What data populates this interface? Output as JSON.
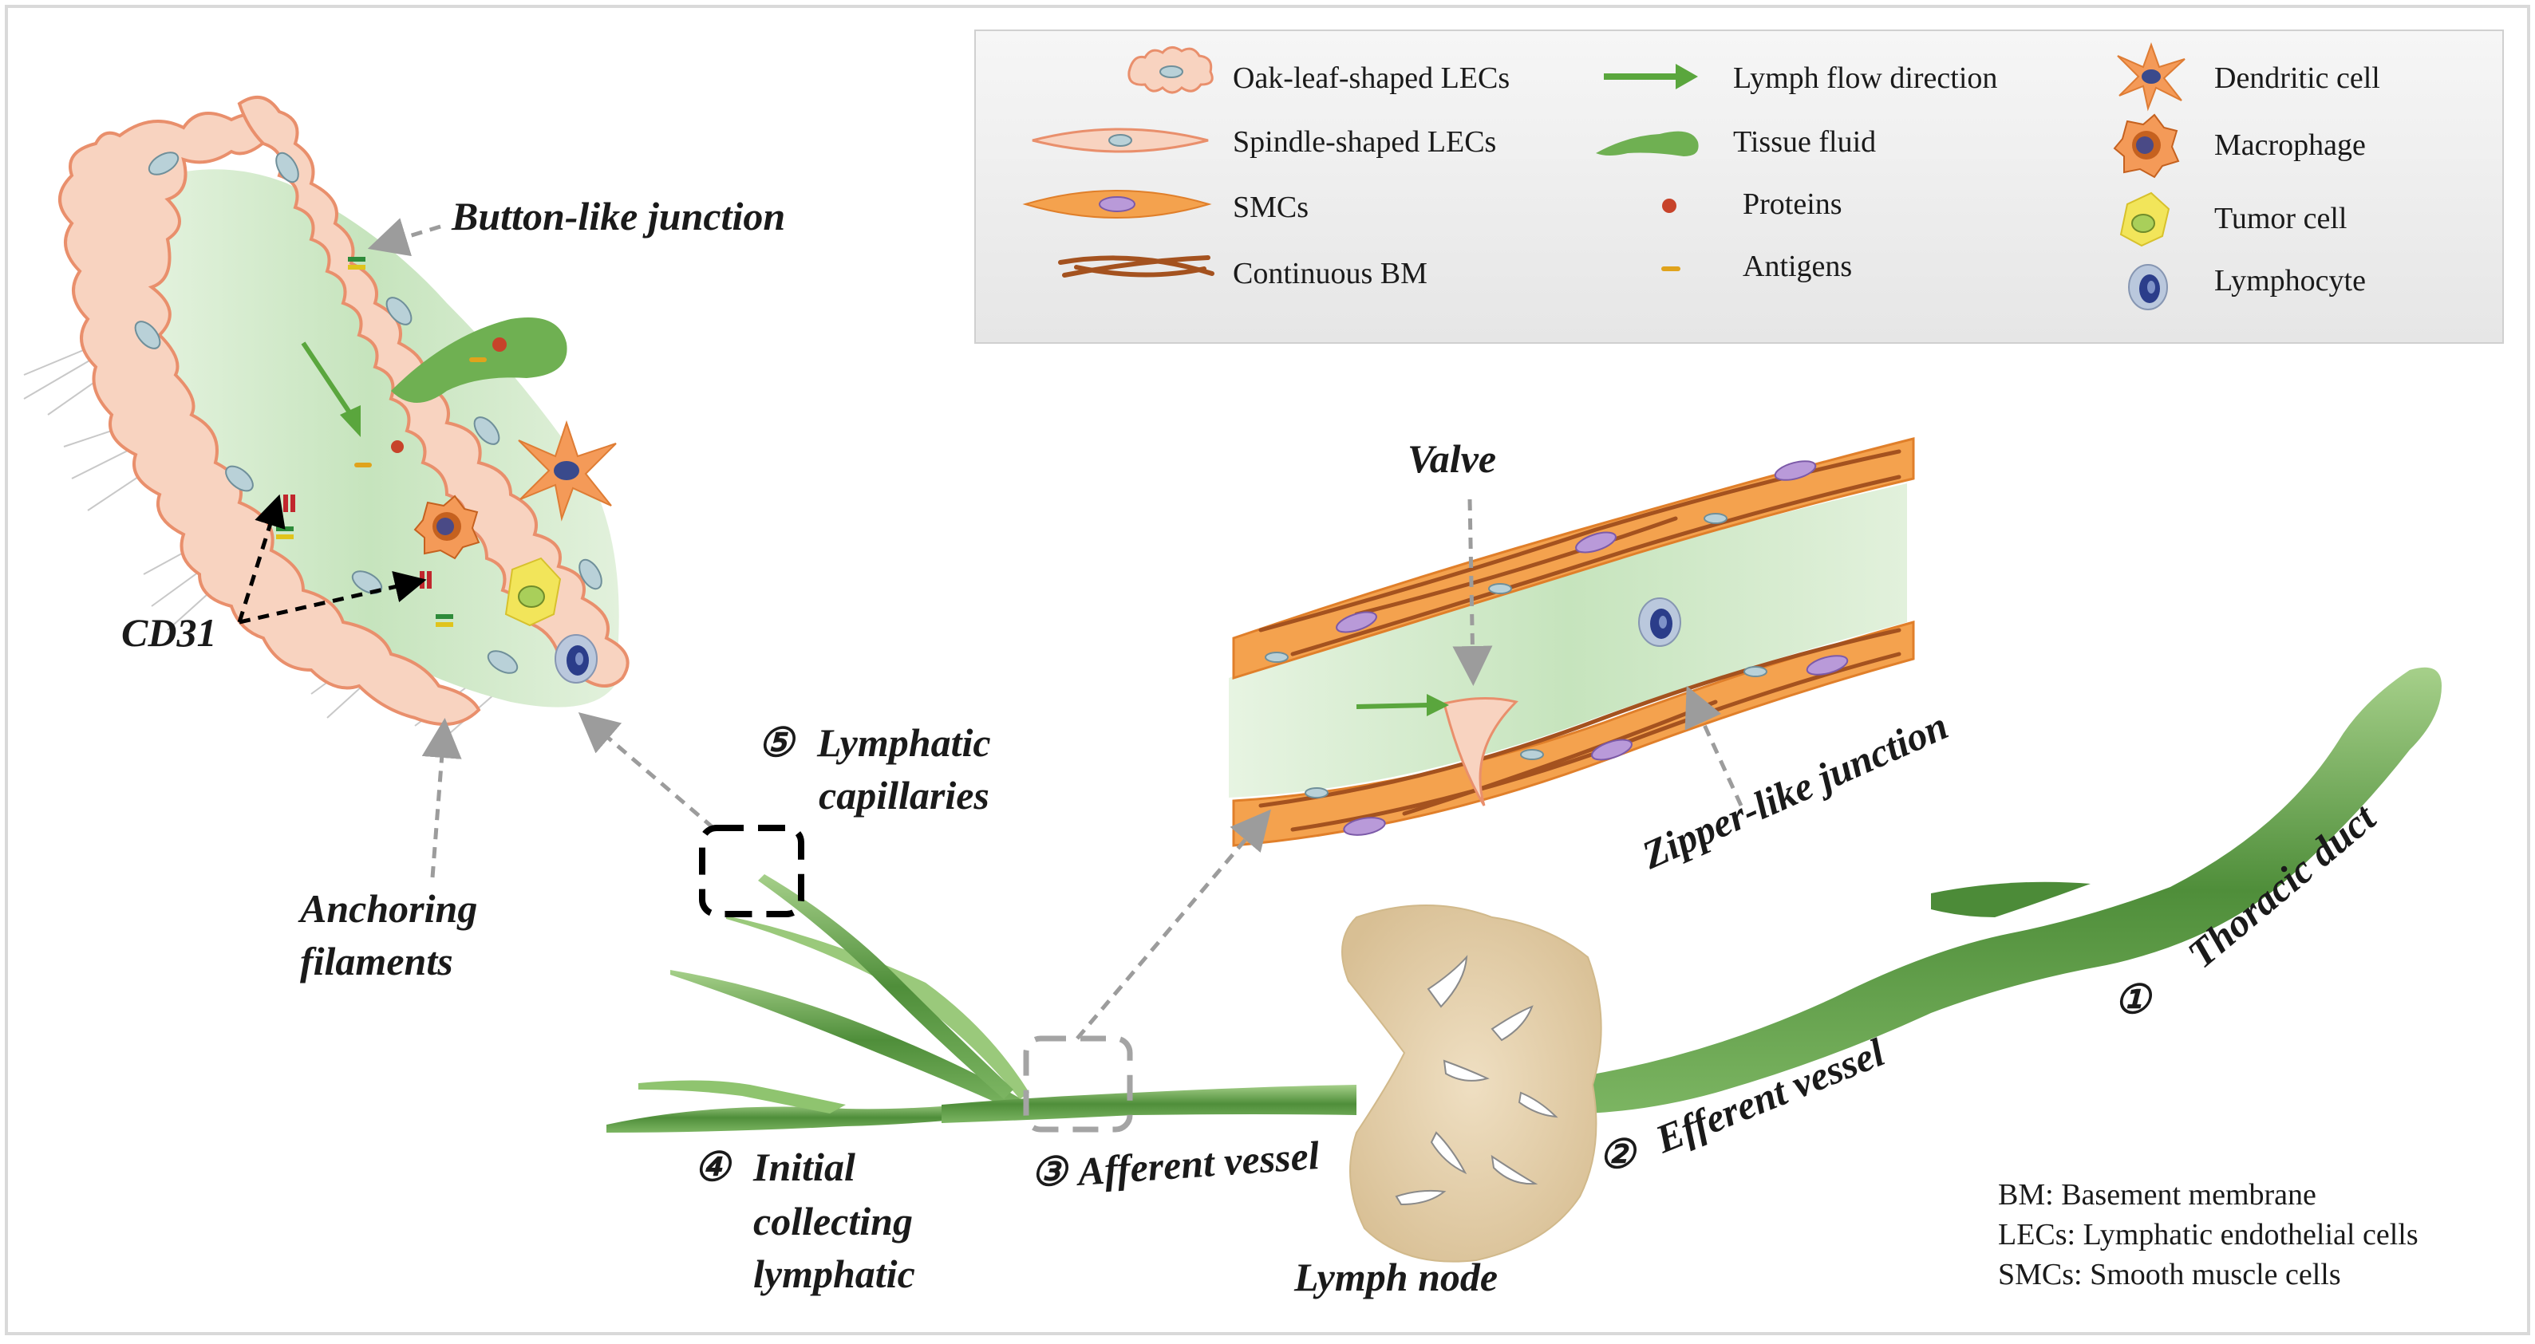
{
  "legend": {
    "items": [
      {
        "id": "oak",
        "label": "Oak-leaf-shaped LECs",
        "icon": "oak-leaf-lec-icon"
      },
      {
        "id": "spindle",
        "label": "Spindle-shaped LECs",
        "icon": "spindle-lec-icon"
      },
      {
        "id": "smc",
        "label": "SMCs",
        "icon": "smc-icon"
      },
      {
        "id": "bm",
        "label": "Continuous BM",
        "icon": "basement-membrane-icon"
      },
      {
        "id": "flow",
        "label": "Lymph flow direction",
        "icon": "green-arrow-icon"
      },
      {
        "id": "fluid",
        "label": "Tissue fluid",
        "icon": "tissue-fluid-icon"
      },
      {
        "id": "proteins",
        "label": "Proteins",
        "icon": "protein-dot-icon"
      },
      {
        "id": "antigens",
        "label": "Antigens",
        "icon": "antigen-dash-icon"
      },
      {
        "id": "dc",
        "label": "Dendritic cell",
        "icon": "dendritic-cell-icon"
      },
      {
        "id": "macro",
        "label": "Macrophage",
        "icon": "macrophage-icon"
      },
      {
        "id": "tumor",
        "label": "Tumor cell",
        "icon": "tumor-cell-icon"
      },
      {
        "id": "lympho",
        "label": "Lymphocyte",
        "icon": "lymphocyte-icon"
      }
    ]
  },
  "labels": {
    "button_junction": "Button-like junction",
    "cd31": "CD31",
    "anchoring_1": "Anchoring",
    "anchoring_2": "filaments",
    "valve": "Valve",
    "zipper": "Zipper-like junction",
    "capillaries_num": "⑤",
    "capillaries_1": "Lymphatic",
    "capillaries_2": "capillaries",
    "initial_num": "④",
    "initial_1": "Initial",
    "initial_2": "collecting",
    "initial_3": "lymphatic",
    "afferent_num": "③",
    "afferent": "Afferent vessel",
    "lymph_node": "Lymph node",
    "efferent_num": "②",
    "efferent": "Efferent vessel",
    "thoracic_num": "①",
    "thoracic": "Thoracic duct"
  },
  "abbreviations": {
    "bm": "BM: Basement membrane",
    "lecs": "LECs: Lymphatic endothelial cells",
    "smcs": "SMCs: Smooth muscle cells"
  },
  "colors": {
    "lec_fill": "#f8d3c0",
    "lec_stroke": "#e98f6c",
    "smc_fill": "#f4a24e",
    "bm_brown": "#a4521f",
    "vessel_green": "#5e9e45",
    "fluid_green": "#cfe8c8",
    "node_tan": "#e3ceaa"
  }
}
